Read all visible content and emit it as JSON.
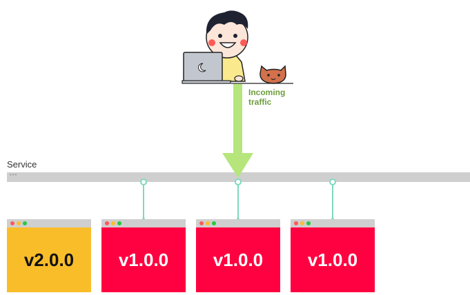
{
  "service": {
    "label": "Service",
    "handle": "•••"
  },
  "traffic": {
    "label_line1": "Incoming",
    "label_line2": "traffic"
  },
  "colors": {
    "new_version": "#f9bd2a",
    "old_version": "#ff0040",
    "traffic_arrow": "#b6e57c",
    "connector": "#7ed9bf"
  },
  "pods": [
    {
      "version": "v2.0.0",
      "kind": "new"
    },
    {
      "version": "v1.0.0",
      "kind": "old"
    },
    {
      "version": "v1.0.0",
      "kind": "old"
    },
    {
      "version": "v1.0.0",
      "kind": "old"
    }
  ]
}
